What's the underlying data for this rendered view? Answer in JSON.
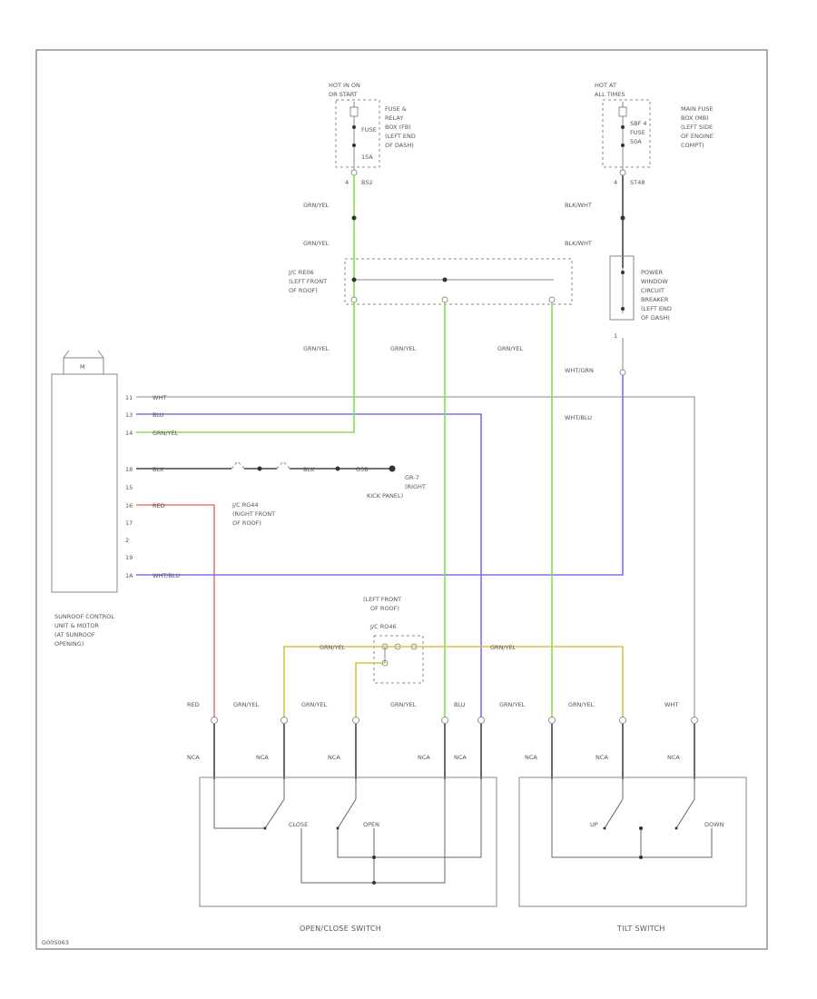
{
  "colors": {
    "green": "#86e04a",
    "blue": "#7c73ee",
    "red": "#ef7a7a",
    "yellow": "#d8c24a",
    "gray": "#b4b4b4",
    "black": "#444444",
    "outline": "#777777"
  },
  "power_left": {
    "hot_label": "HOT IN ON",
    "hot_label2": "OR START",
    "fuse_box": "FUSE &",
    "fuse_box2": "RELAY",
    "fuse_box3": "BOX (FB)",
    "fuse_box4": "(LEFT END",
    "fuse_box5": "OF DASH)",
    "fuse_name": "FUSE",
    "fuse_amp": "15A",
    "term": "4",
    "conn": "B52"
  },
  "power_right": {
    "hot_label": "HOT AT",
    "hot_label2": "ALL TIMES",
    "fuse_box": "MAIN FUSE",
    "fuse_box2": "BOX (MB)",
    "fuse_box3": "(LEFT SIDE",
    "fuse_box4": "OF ENGINE",
    "fuse_box5": "COMPT)",
    "fuse_name": "SBF 4",
    "fuse_amp": "FUSE",
    "fuse_amp2": "50A",
    "term": "4",
    "conn": "ST48"
  },
  "wire_labels": {
    "grn_yel": "GRN/YEL",
    "blk_wht": "BLK/WHT",
    "wht_grn": "WHT/GRN",
    "wht": "WHT",
    "blu": "BLU",
    "red": "RED",
    "blk": "BLK",
    "wht_blu": "WHT/BLU",
    "nca": "NCA"
  },
  "jc_left": {
    "line1": "J/C RE06",
    "line2": "(LEFT FRONT",
    "line3": "OF ROOF)"
  },
  "circuit_breaker": {
    "line1": "POWER",
    "line2": "WINDOW",
    "line3": "CIRCUIT",
    "line4": "BREAKER",
    "line5": "(LEFT END",
    "line6": "OF DASH)",
    "term": "1"
  },
  "motor": {
    "symbol": "M",
    "pins": [
      "11",
      "13",
      "14",
      "18",
      "15",
      "16",
      "17",
      "2",
      "19",
      "1A"
    ],
    "caption1": "SUNROOF CONTROL",
    "caption2": "UNIT & MOTOR",
    "caption3": "(AT SUNROOF",
    "caption4": "OPENING)"
  },
  "ground": {
    "wire": "BLK",
    "conn": "BLK",
    "ground_id": "G5B",
    "g_label": "GR-7",
    "g_loc1": "(RIGHT",
    "g_loc2": "KICK PANEL)"
  },
  "jc_right": {
    "line1": "J/C RG44",
    "line2": "(RIGHT FRONT",
    "line3": "OF ROOF)"
  },
  "jc_center": {
    "line1": "(LEFT FRONT",
    "line2": "OF ROOF)",
    "line3": "J/C RO46"
  },
  "switches": {
    "open_close_title": "OPEN/CLOSE SWITCH",
    "tilt_title": "TILT SWITCH",
    "close_label": "CLOSE",
    "open_label": "OPEN",
    "up_label": "UP",
    "down_label": "DOWN"
  },
  "footer_code": "G00S063"
}
